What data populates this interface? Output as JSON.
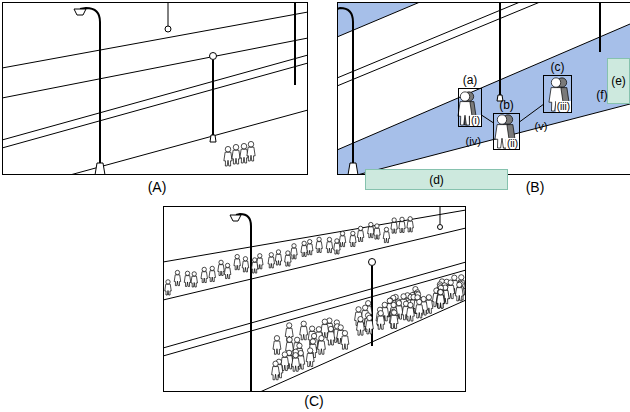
{
  "diagram": {
    "nodes": [
      {
        "text": [
          "(a)",
          "(i)"
        ]
      },
      {
        "text": [
          "(b)",
          "(ii)"
        ]
      },
      {
        "text": [
          "(c)",
          "(iii)"
        ]
      },
      {
        "text": [
          "(d)"
        ]
      },
      {
        "text": [
          "(e)"
        ]
      }
    ],
    "edges": [
      {
        "from": 0,
        "to": 1,
        "arrow": "none",
        "label": "(iv)"
      },
      {
        "from": 1,
        "to": 2,
        "arrow": "none",
        "label": "(v)"
      }
    ],
    "labels": [
      "(A)",
      "(B)",
      "(C)",
      "(f)"
    ]
  }
}
